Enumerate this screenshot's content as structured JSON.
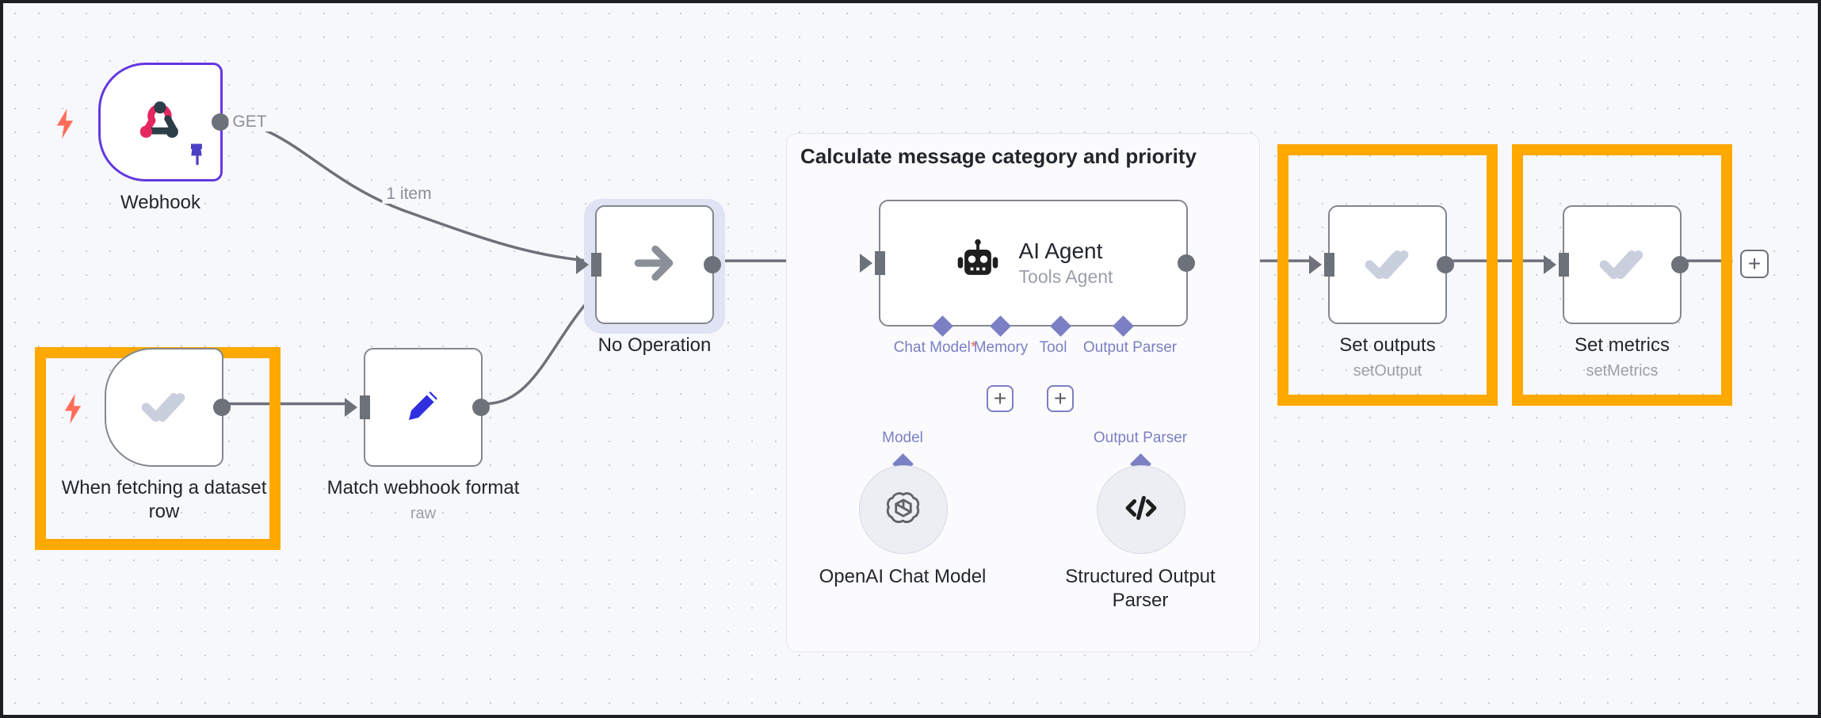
{
  "canvas": {
    "title": "n8n workflow canvas",
    "grid": true,
    "background_color": "#f7f8fb",
    "highlight_color": "#ffa800",
    "accent_color": "#6338e0",
    "connector_color": "#7b7fc4"
  },
  "group": {
    "title": "Calculate message category and priority"
  },
  "nodes": [
    {
      "id": "webhook",
      "label": "Webhook",
      "subtitle": "",
      "icon": "webhook-icon",
      "type": "trigger",
      "pinned": true,
      "highlighted": false,
      "selected": false
    },
    {
      "id": "when-fetching-dataset-row",
      "label": "When fetching a dataset row",
      "subtitle": "",
      "icon": "double-check-icon",
      "type": "trigger",
      "pinned": false,
      "highlighted": true,
      "selected": false
    },
    {
      "id": "match-webhook-format",
      "label": "Match webhook format",
      "subtitle": "raw",
      "icon": "pencil-icon",
      "type": "action",
      "pinned": false,
      "highlighted": false,
      "selected": false
    },
    {
      "id": "no-operation",
      "label": "No Operation",
      "subtitle": "",
      "icon": "arrow-right-icon",
      "type": "action",
      "pinned": false,
      "highlighted": false,
      "selected": true
    },
    {
      "id": "ai-agent",
      "label": "AI Agent",
      "subtitle": "Tools Agent",
      "icon": "robot-icon",
      "type": "agent",
      "pinned": false,
      "highlighted": false,
      "selected": false
    },
    {
      "id": "set-outputs",
      "label": "Set outputs",
      "subtitle": "setOutput",
      "icon": "double-check-icon",
      "type": "action",
      "pinned": false,
      "highlighted": true,
      "selected": false
    },
    {
      "id": "set-metrics",
      "label": "Set metrics",
      "subtitle": "setMetrics",
      "icon": "double-check-icon",
      "type": "action",
      "pinned": false,
      "highlighted": true,
      "selected": false
    },
    {
      "id": "openai-chat-model",
      "label": "OpenAI Chat Model",
      "subtitle": "",
      "icon": "openai-icon",
      "type": "sub-node",
      "pinned": false,
      "highlighted": false,
      "selected": false
    },
    {
      "id": "structured-output-parser",
      "label": "Structured Output Parser",
      "subtitle": "",
      "icon": "code-brackets-icon",
      "type": "sub-node",
      "pinned": false,
      "highlighted": false,
      "selected": false
    }
  ],
  "agent_connectors": [
    {
      "id": "chat-model",
      "label": "Chat Model",
      "required": true,
      "has_add_button": false
    },
    {
      "id": "memory",
      "label": "Memory",
      "required": false,
      "has_add_button": true
    },
    {
      "id": "tool",
      "label": "Tool",
      "required": false,
      "has_add_button": true
    },
    {
      "id": "output-parser",
      "label": "Output Parser",
      "required": false,
      "has_add_button": false
    }
  ],
  "sub_connector_labels": {
    "model": "Model",
    "output_parser": "Output Parser"
  },
  "edge_labels": {
    "webhook_method": "GET",
    "webhook_items": "1 item"
  },
  "buttons": {
    "add_node_plus": "+",
    "add_memory_plus": "+",
    "add_tool_plus": "+"
  }
}
